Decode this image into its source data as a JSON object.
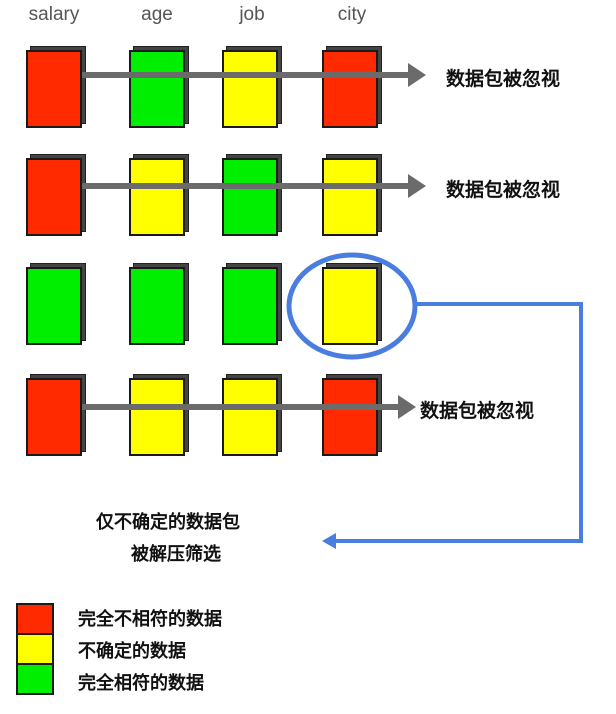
{
  "colors": {
    "red": "#ff2a00",
    "yellow": "#ffff00",
    "green": "#00ee00",
    "arrow_gray": "#6b6b6b",
    "highlight_blue": "#4a7de0"
  },
  "columns": [
    "salary",
    "age",
    "job",
    "city"
  ],
  "rows": [
    {
      "cells": [
        "red",
        "green",
        "yellow",
        "red"
      ],
      "label": "数据包被忽视",
      "skipped": true
    },
    {
      "cells": [
        "red",
        "yellow",
        "green",
        "yellow"
      ],
      "label": "数据包被忽视",
      "skipped": true
    },
    {
      "cells": [
        "green",
        "green",
        "green",
        "yellow"
      ],
      "label": "",
      "skipped": false,
      "highlighted_cell": 3
    },
    {
      "cells": [
        "red",
        "yellow",
        "yellow",
        "red"
      ],
      "label": "数据包被忽视",
      "skipped": true
    }
  ],
  "note": {
    "line1": "仅不确定的数据包",
    "line2": "被解压筛选"
  },
  "legend": [
    {
      "color": "red",
      "label": "完全不相符的数据"
    },
    {
      "color": "yellow",
      "label": "不确定的数据"
    },
    {
      "color": "green",
      "label": "完全相符的数据"
    }
  ]
}
